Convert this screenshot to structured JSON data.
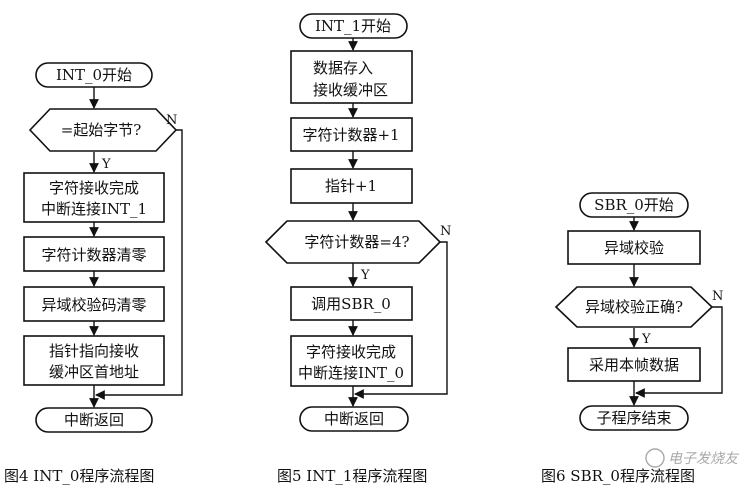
{
  "flowcharts": [
    {
      "id": "int0",
      "caption": "图4 INT_0程序流程图",
      "nodes": {
        "start": "INT_0开始",
        "decision": "=起始字节?",
        "s1_l1": "字符接收完成",
        "s1_l2": "中断连接INT_1",
        "s2": "字符计数器清零",
        "s3": "异域校验码清零",
        "s4_l1": "指针指向接收",
        "s4_l2": "缓冲区首地址",
        "end": "中断返回"
      },
      "yes": "Y",
      "no": "N"
    },
    {
      "id": "int1",
      "caption": "图5 INT_1程序流程图",
      "nodes": {
        "start": "INT_1开始",
        "s1_l1": "数据存入",
        "s1_l2": "接收缓冲区",
        "s2": "字符计数器+1",
        "s3": "指针+1",
        "decision": "字符计数器=4?",
        "s4": "调用SBR_0",
        "s5_l1": "字符接收完成",
        "s5_l2": "中断连接INT_0",
        "end": "中断返回"
      },
      "yes": "Y",
      "no": "N"
    },
    {
      "id": "sbr0",
      "caption": "图6 SBR_0程序流程图",
      "nodes": {
        "start": "SBR_0开始",
        "s1": "异域校验",
        "decision": "异域校验正确?",
        "s2": "采用本帧数据",
        "end": "子程序结束"
      },
      "yes": "Y",
      "no": "N"
    }
  ],
  "watermark": "电子发烧友"
}
